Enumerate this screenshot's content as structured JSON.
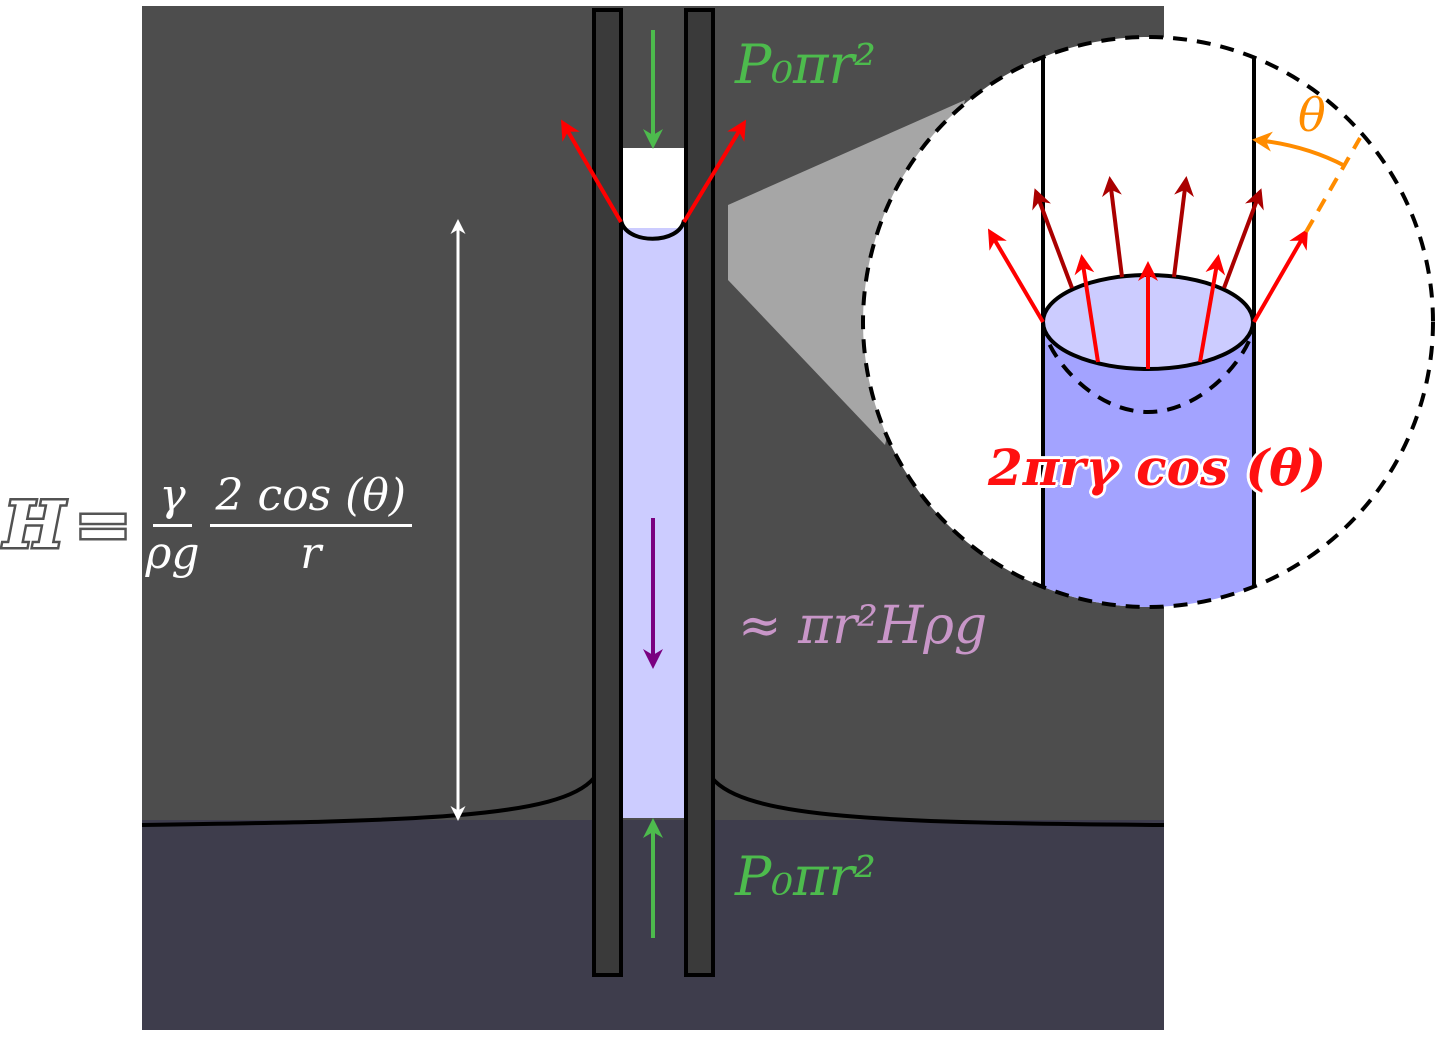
{
  "labels": {
    "top_force": "P₀πr²",
    "bottom_force": "P₀πr²",
    "weight": "≈ πr²Hρg",
    "surface_tension": "2πrγ cos (θ)",
    "theta": "θ"
  },
  "formula": {
    "lhs": "H",
    "equals": "=",
    "frac1_num": "γ",
    "frac1_den": "ρg",
    "frac2_num": "2 cos (θ)",
    "frac2_den": "r"
  },
  "colors": {
    "air": "#4d4d4d",
    "bath_liquid": "#3e3d4c",
    "column_liquid": "#ccccff",
    "zoom_liquid": "#a3a3ff",
    "tube_wall": "#3a3a3a",
    "atmospheric_pressure": "#4dbb4d",
    "weight": "#7a0080",
    "surface_tension": "#ff0000",
    "surface_tension_dark": "#aa0000",
    "contact_angle": "#ff8c00"
  }
}
